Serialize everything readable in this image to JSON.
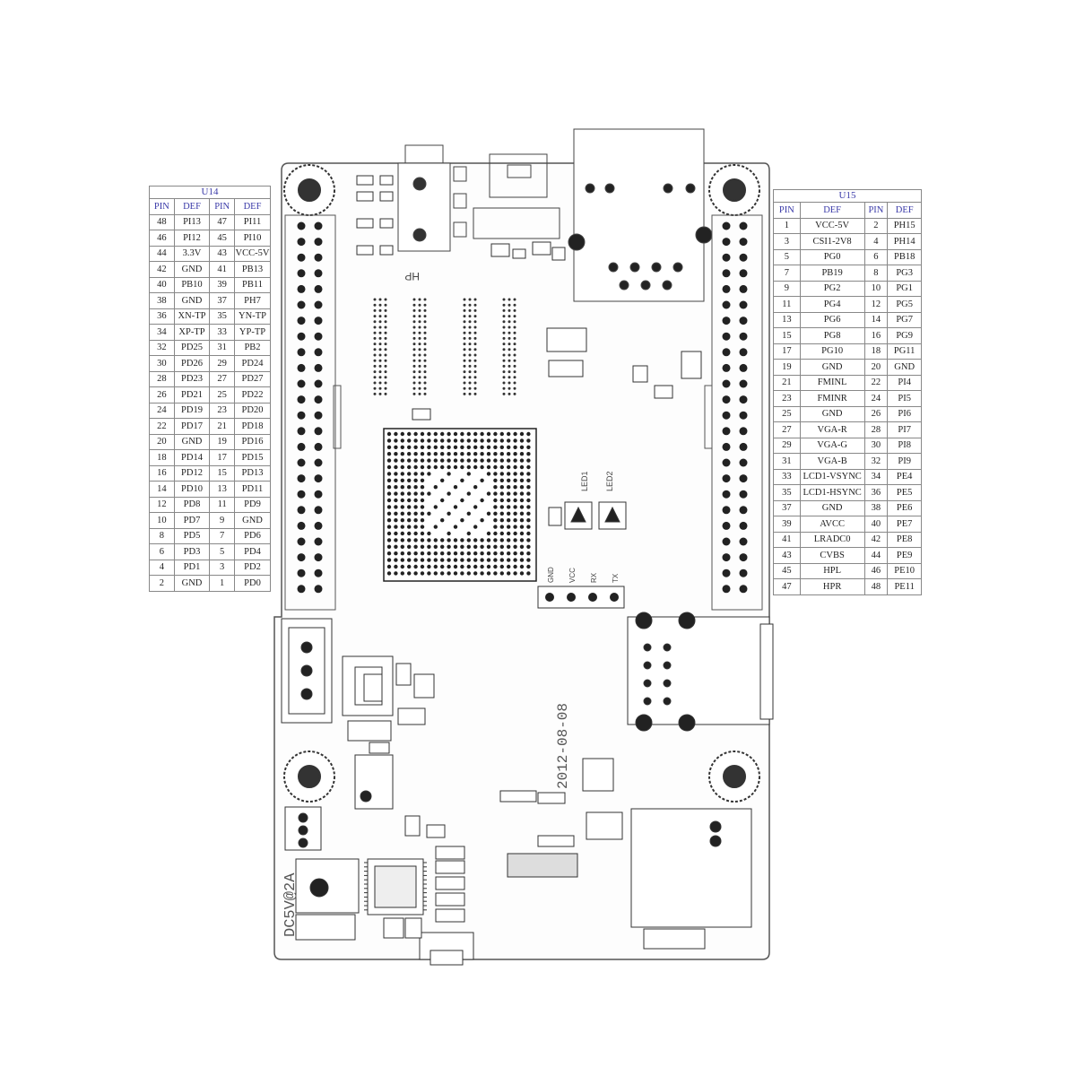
{
  "u14": {
    "title": "U14",
    "headers": [
      "PIN",
      "DEF",
      "PIN",
      "DEF"
    ],
    "rows": [
      [
        "48",
        "PI13",
        "47",
        "PI11"
      ],
      [
        "46",
        "PI12",
        "45",
        "PI10"
      ],
      [
        "44",
        "3.3V",
        "43",
        "VCC-5V"
      ],
      [
        "42",
        "GND",
        "41",
        "PB13"
      ],
      [
        "40",
        "PB10",
        "39",
        "PB11"
      ],
      [
        "38",
        "GND",
        "37",
        "PH7"
      ],
      [
        "36",
        "XN-TP",
        "35",
        "YN-TP"
      ],
      [
        "34",
        "XP-TP",
        "33",
        "YP-TP"
      ],
      [
        "32",
        "PD25",
        "31",
        "PB2"
      ],
      [
        "30",
        "PD26",
        "29",
        "PD24"
      ],
      [
        "28",
        "PD23",
        "27",
        "PD27"
      ],
      [
        "26",
        "PD21",
        "25",
        "PD22"
      ],
      [
        "24",
        "PD19",
        "23",
        "PD20"
      ],
      [
        "22",
        "PD17",
        "21",
        "PD18"
      ],
      [
        "20",
        "GND",
        "19",
        "PD16"
      ],
      [
        "18",
        "PD14",
        "17",
        "PD15"
      ],
      [
        "16",
        "PD12",
        "15",
        "PD13"
      ],
      [
        "14",
        "PD10",
        "13",
        "PD11"
      ],
      [
        "12",
        "PD8",
        "11",
        "PD9"
      ],
      [
        "10",
        "PD7",
        "9",
        "GND"
      ],
      [
        "8",
        "PD5",
        "7",
        "PD6"
      ],
      [
        "6",
        "PD3",
        "5",
        "PD4"
      ],
      [
        "4",
        "PD1",
        "3",
        "PD2"
      ],
      [
        "2",
        "GND",
        "1",
        "PD0"
      ]
    ]
  },
  "u15": {
    "title": "U15",
    "headers": [
      "PIN",
      "DEF",
      "PIN",
      "DEF"
    ],
    "rows": [
      [
        "1",
        "VCC-5V",
        "2",
        "PH15"
      ],
      [
        "3",
        "CSI1-2V8",
        "4",
        "PH14"
      ],
      [
        "5",
        "PG0",
        "6",
        "PB18"
      ],
      [
        "7",
        "PB19",
        "8",
        "PG3"
      ],
      [
        "9",
        "PG2",
        "10",
        "PG1"
      ],
      [
        "11",
        "PG4",
        "12",
        "PG5"
      ],
      [
        "13",
        "PG6",
        "14",
        "PG7"
      ],
      [
        "15",
        "PG8",
        "16",
        "PG9"
      ],
      [
        "17",
        "PG10",
        "18",
        "PG11"
      ],
      [
        "19",
        "GND",
        "20",
        "GND"
      ],
      [
        "21",
        "FMINL",
        "22",
        "PI4"
      ],
      [
        "23",
        "FMINR",
        "24",
        "PI5"
      ],
      [
        "25",
        "GND",
        "26",
        "PI6"
      ],
      [
        "27",
        "VGA-R",
        "28",
        "PI7"
      ],
      [
        "29",
        "VGA-G",
        "30",
        "PI8"
      ],
      [
        "31",
        "VGA-B",
        "32",
        "PI9"
      ],
      [
        "33",
        "LCD1-VSYNC",
        "34",
        "PE4"
      ],
      [
        "35",
        "LCD1-HSYNC",
        "36",
        "PE5"
      ],
      [
        "37",
        "GND",
        "38",
        "PE6"
      ],
      [
        "39",
        "AVCC",
        "40",
        "PE7"
      ],
      [
        "41",
        "LRADC0",
        "42",
        "PE8"
      ],
      [
        "43",
        "CVBS",
        "44",
        "PE9"
      ],
      [
        "45",
        "HPL",
        "46",
        "PE10"
      ],
      [
        "47",
        "HPR",
        "48",
        "PE11"
      ]
    ]
  },
  "board": {
    "date_label": "2012-08-08",
    "version_label": "DC5V@2A",
    "hp_label": "HP",
    "uart_labels": [
      "GND",
      "VCC",
      "RX",
      "TX"
    ],
    "led_labels": [
      "LED1",
      "LED2"
    ]
  }
}
